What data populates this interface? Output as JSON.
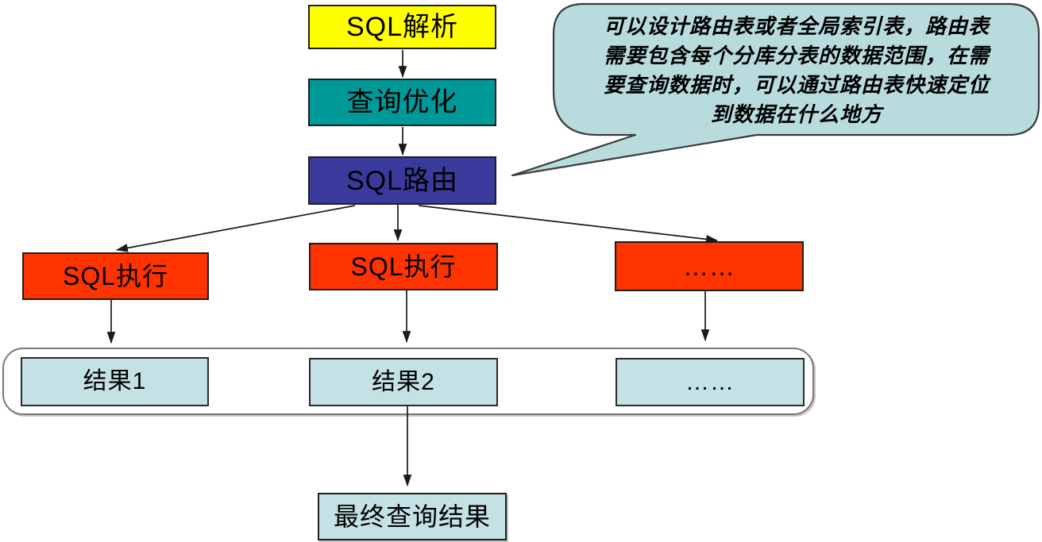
{
  "nodes": {
    "sql_parse": {
      "label": "SQL解析",
      "fill": "#FFFF00"
    },
    "query_opt": {
      "label": "查询优化",
      "fill": "#009999"
    },
    "sql_route": {
      "label": "SQL路由",
      "fill": "#3A3A9C"
    },
    "sql_exec_1": {
      "label": "SQL执行",
      "fill": "#FF3300"
    },
    "sql_exec_2": {
      "label": "SQL执行",
      "fill": "#FF3300"
    },
    "sql_exec_etc": {
      "label": "……",
      "fill": "#FF3300"
    },
    "result_1": {
      "label": "结果1",
      "fill": "#C4E2E5"
    },
    "result_2": {
      "label": "结果2",
      "fill": "#C4E2E5"
    },
    "result_etc": {
      "label": "……",
      "fill": "#C4E2E5"
    },
    "final_result": {
      "label": "最终查询结果",
      "fill": "#C4E2E5"
    }
  },
  "callout": {
    "fill": "#B8DCDE",
    "lines": {
      "0": "可以设计路由表或者全局索引表，路由表",
      "1": "需要包含每个分库分表的数据范围，在需",
      "2": "要查询数据时，可以通过路由表快速定位",
      "3": "到数据在什么地方"
    }
  }
}
